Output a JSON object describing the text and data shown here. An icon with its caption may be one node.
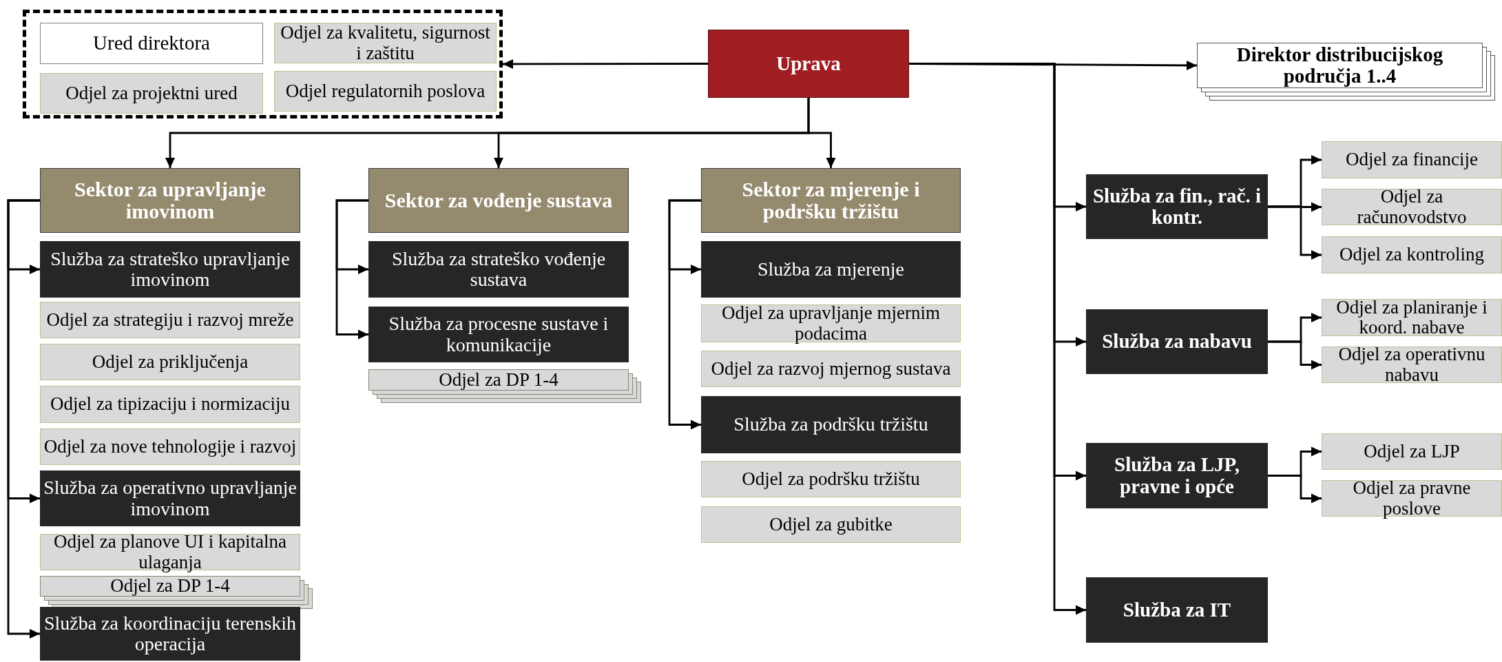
{
  "diagram": {
    "nodes": [
      {
        "text": [],
        "shape": "box"
      },
      {
        "text": [
          "Ured direktora"
        ],
        "in": 0
      },
      {
        "text": [
          "Odjel za kvalitetu, sigurnost i zaštitu"
        ],
        "in": 0
      },
      {
        "text": [
          "Odjel za projektni ured"
        ],
        "in": 0
      },
      {
        "text": [
          "Odjel regulatornih poslova"
        ],
        "in": 0
      },
      {
        "text": [
          "Uprava"
        ]
      },
      {
        "text": [
          "Direktor distribucijskog područja 1..4"
        ]
      },
      {
        "text": [
          "Sektor za upravljanje imovinom"
        ]
      },
      {
        "text": [
          "Služba za strateško upravljanje imovinom"
        ]
      },
      {
        "text": [
          "Odjel za strategiju i razvoj mreže"
        ]
      },
      {
        "text": [
          "Odjel za priključenja"
        ]
      },
      {
        "text": [
          "Odjel za tipizaciju i normizaciju"
        ]
      },
      {
        "text": [
          "Odjel za nove tehnologije i razvoj"
        ]
      },
      {
        "text": [
          "Služba za operativno upravljanje imovinom"
        ]
      },
      {
        "text": [
          "Odjel za planove UI i kapitalna ulaganja"
        ]
      },
      {
        "text": [
          "Odjel za DP 1-4"
        ]
      },
      {
        "text": [
          "Služba za koordinaciju terenskih operacija"
        ]
      },
      {
        "text": [
          "Sektor za vođenje sustava"
        ]
      },
      {
        "text": [
          "Služba za strateško vođenje sustava"
        ]
      },
      {
        "text": [
          "Služba za procesne sustave i komunikacije"
        ]
      },
      {
        "text": [
          "Odjel za DP 1-4"
        ]
      },
      {
        "text": [
          "Sektor za mjerenje i podršku tržištu"
        ]
      },
      {
        "text": [
          "Služba za mjerenje"
        ]
      },
      {
        "text": [
          "Odjel za upravljanje mjernim podacima"
        ]
      },
      {
        "text": [
          "Odjel za razvoj mjernog sustava"
        ]
      },
      {
        "text": [
          "Služba za podršku tržištu"
        ]
      },
      {
        "text": [
          "Odjel za podršku tržištu"
        ]
      },
      {
        "text": [
          "Odjel za gubitke"
        ]
      },
      {
        "text": [
          "Služba za fin., rač. i kontr."
        ]
      },
      {
        "text": [
          "Odjel za financije"
        ]
      },
      {
        "text": [
          "Odjel za računovodstvo"
        ]
      },
      {
        "text": [
          "Odjel za kontroling"
        ]
      },
      {
        "text": [
          "Služba za nabavu"
        ]
      },
      {
        "text": [
          "Odjel za planiranje i koord. nabave"
        ]
      },
      {
        "text": [
          "Odjel za operativnu nabavu"
        ]
      },
      {
        "text": [
          "Služba za LJP, pravne i opće"
        ]
      },
      {
        "text": [
          "Odjel za LJP"
        ]
      },
      {
        "text": [
          "Odjel za pravne poslove"
        ]
      },
      {
        "text": [
          "Služba za IT"
        ]
      }
    ],
    "edges": [
      {
        "from": 5,
        "to": 0,
        "arrow": "to"
      },
      {
        "from": 5,
        "to": 6,
        "arrow": "to"
      },
      {
        "from": 5,
        "to": 7,
        "arrow": "to"
      },
      {
        "from": 5,
        "to": 17,
        "arrow": "to"
      },
      {
        "from": 5,
        "to": 21,
        "arrow": "to"
      },
      {
        "from": 5,
        "to": 28,
        "arrow": "to"
      },
      {
        "from": 5,
        "to": 32,
        "arrow": "to"
      },
      {
        "from": 5,
        "to": 35,
        "arrow": "to"
      },
      {
        "from": 5,
        "to": 38,
        "arrow": "to"
      },
      {
        "from": 7,
        "to": 8,
        "arrow": "to"
      },
      {
        "from": 7,
        "to": 13,
        "arrow": "to"
      },
      {
        "from": 7,
        "to": 16,
        "arrow": "to"
      },
      {
        "from": 17,
        "to": 18,
        "arrow": "to"
      },
      {
        "from": 17,
        "to": 19,
        "arrow": "to"
      },
      {
        "from": 21,
        "to": 22,
        "arrow": "to"
      },
      {
        "from": 21,
        "to": 25,
        "arrow": "to"
      },
      {
        "from": 28,
        "to": 29,
        "arrow": "to"
      },
      {
        "from": 28,
        "to": 30,
        "arrow": "to"
      },
      {
        "from": 28,
        "to": 31,
        "arrow": "to"
      },
      {
        "from": 32,
        "to": 33,
        "arrow": "to"
      },
      {
        "from": 32,
        "to": 34,
        "arrow": "to"
      },
      {
        "from": 35,
        "to": 36,
        "arrow": "to"
      },
      {
        "from": 35,
        "to": 37,
        "arrow": "to"
      }
    ]
  }
}
